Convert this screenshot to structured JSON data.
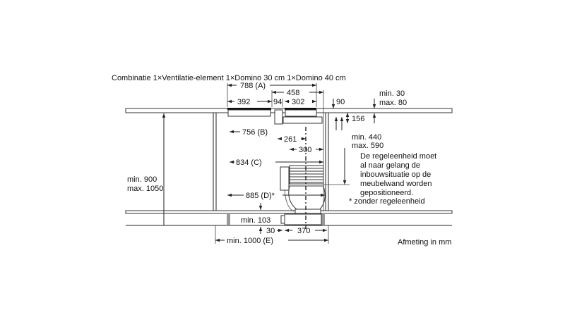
{
  "title": "Combinatie 1×Ventilatie-element 1×Domino 30 cm 1×Domino 40 cm",
  "dimensions": {
    "a": "788 (A)",
    "d458": "458",
    "d392": "392",
    "d94": "94",
    "d302": "302",
    "d90": "90",
    "min30": "min. 30",
    "max80": "max. 80",
    "d156": "156",
    "b": "756 (B)",
    "d261": "261",
    "min440": "min. 440",
    "max590": "max. 590",
    "d300": "300",
    "c": "834 (C)",
    "d": "885 (D)*",
    "min900": "min. 900",
    "max1050": "max. 1050",
    "min103": "min. 103",
    "d30": "30",
    "d370": "370",
    "e": "min. 1000 (E)"
  },
  "note": [
    "De regeleenheid moet",
    "al naar gelang de",
    "inbouwsituatie op de",
    "meubelwand worden",
    "gepositioneerd."
  ],
  "footnote": "* zonder regeleenheid",
  "units": "Afmeting in mm"
}
